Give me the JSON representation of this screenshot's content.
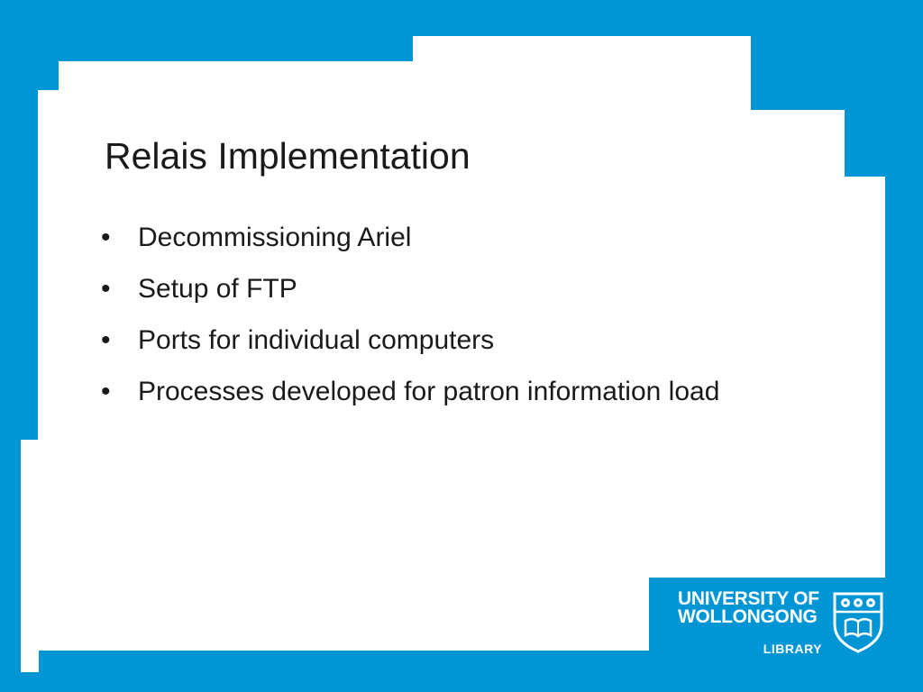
{
  "slide": {
    "title": "Relais Implementation",
    "bullets": [
      "Decommissioning Ariel",
      "Setup of FTP",
      "Ports for individual computers",
      "Processes developed for patron information load"
    ]
  },
  "logo": {
    "line1": "UNIVERSITY OF",
    "line2": "WOLLONGONG",
    "subtitle": "LIBRARY",
    "icon": "university-crest-icon"
  },
  "colors": {
    "brand_blue": "#0096d6",
    "background": "#ffffff",
    "text": "#1a1a1a"
  }
}
